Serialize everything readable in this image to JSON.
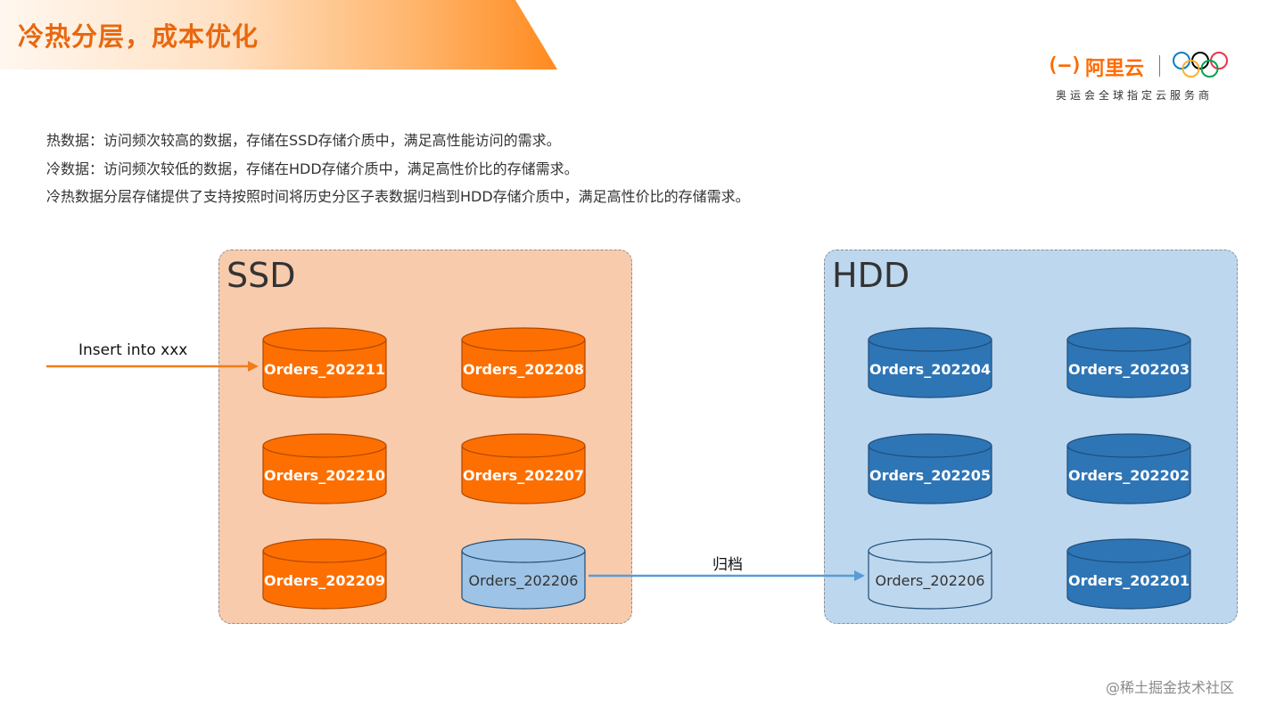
{
  "header": {
    "title": "冷热分层，成本优化"
  },
  "logo": {
    "bracket": "(–)",
    "name": "阿里云",
    "subtitle": "奥运会全球指定云服务商",
    "icon": "olympic-rings-icon"
  },
  "description": [
    "热数据：访问频次较高的数据，存储在SSD存储介质中，满足高性能访问的需求。",
    "冷数据：访问频次较低的数据，存储在HDD存储介质中，满足高性价比的存储需求。",
    "冷热数据分层存储提供了支持按照时间将历史分区子表数据归档到HDD存储介质中，满足高性价比的存储需求。"
  ],
  "ssd": {
    "label": "SSD",
    "tables": [
      "Orders_202211",
      "Orders_202208",
      "Orders_202210",
      "Orders_202207",
      "Orders_202209",
      "Orders_202206"
    ]
  },
  "hdd": {
    "label": "HDD",
    "tables": [
      "Orders_202204",
      "Orders_202203",
      "Orders_202205",
      "Orders_202202",
      "Orders_202206",
      "Orders_202201"
    ]
  },
  "arrows": {
    "insert": "Insert into xxx",
    "archive": "归档"
  },
  "colors": {
    "title": "#e8680f",
    "ssd_panel": "#f8cbad",
    "hdd_panel": "#bdd7ee",
    "hot_table": "#fd6f00",
    "cold_table": "#2e75b6",
    "archived_table": "#9dc3e6",
    "insert_arrow": "#f07d1a",
    "archive_arrow": "#5b9bd5"
  },
  "watermark": "@稀土掘金技术社区"
}
